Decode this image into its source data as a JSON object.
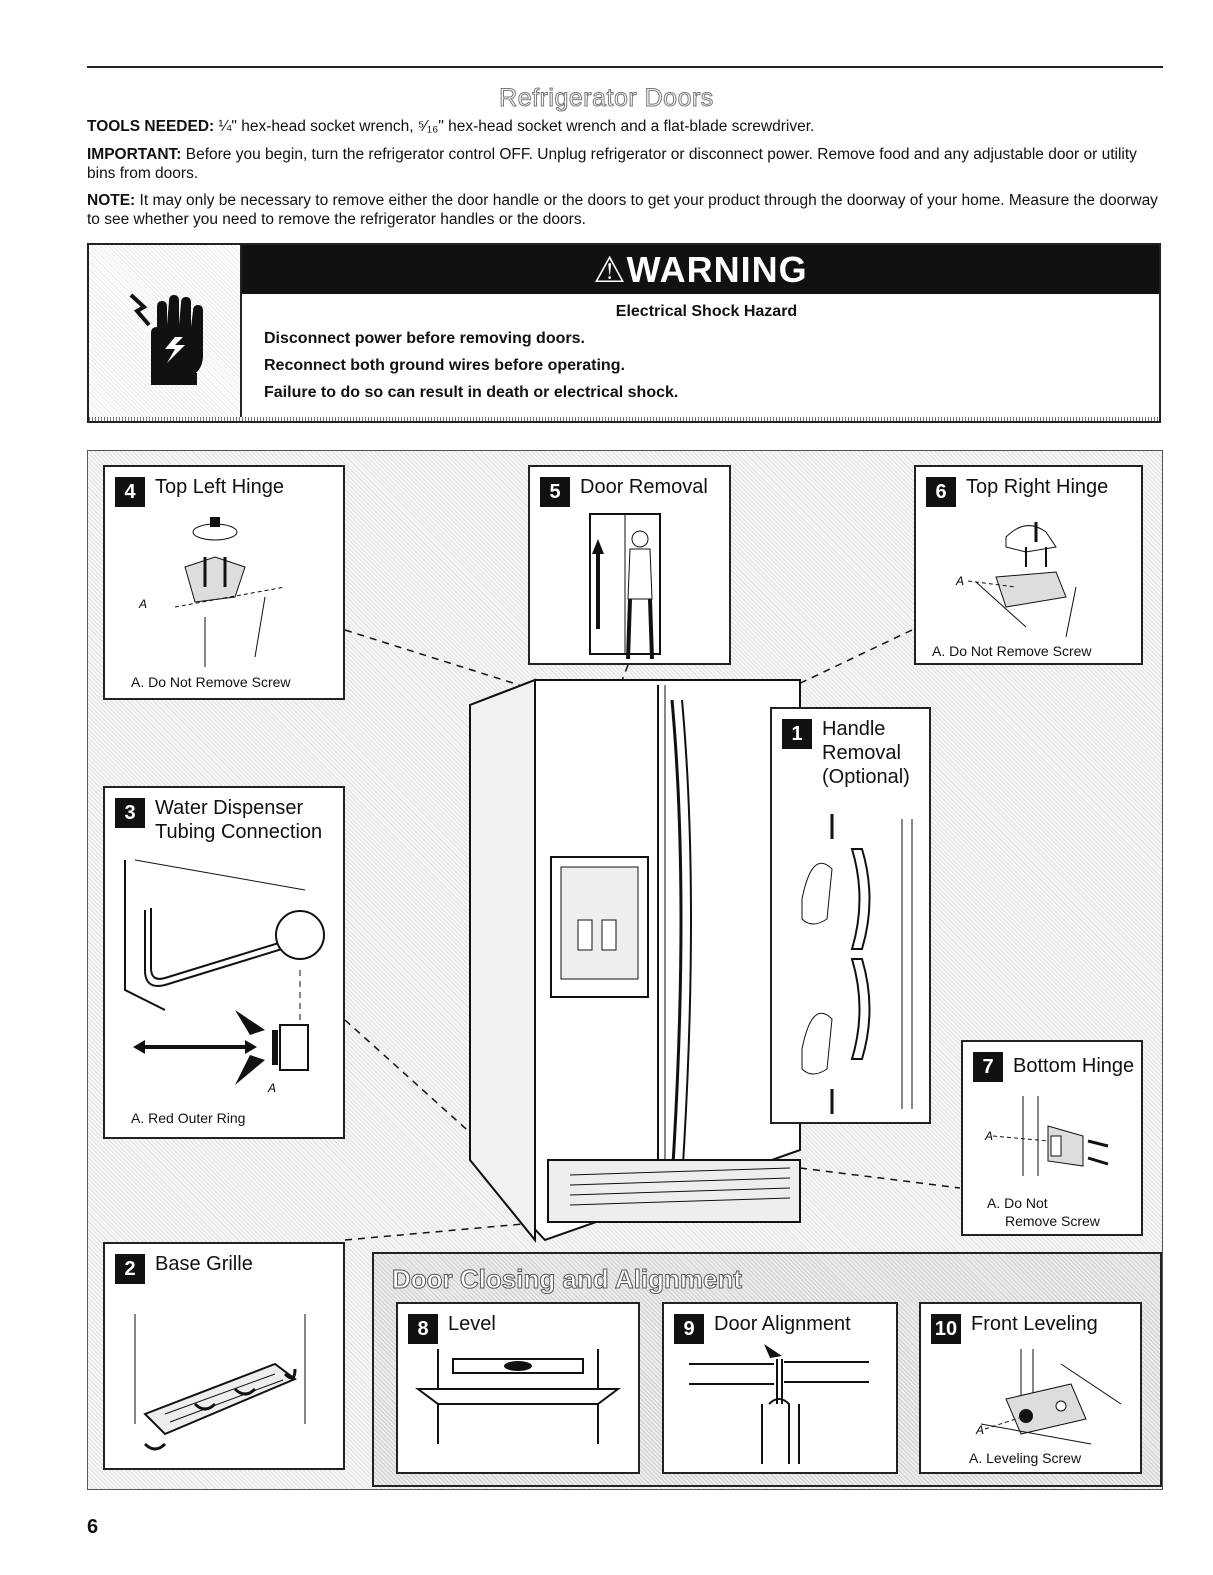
{
  "header": {
    "section_title": "Refrigerator Doors"
  },
  "intro": {
    "tools_label": "TOOLS NEEDED:",
    "tools_text": "¼\" hex-head socket wrench, ⁵⁄₁₆\" hex-head socket wrench and a flat-blade screwdriver.",
    "important_label": "IMPORTANT:",
    "important_text": "Before you begin, turn the refrigerator control OFF. Unplug refrigerator or disconnect power. Remove food and any adjustable door or utility bins from doors.",
    "note_label": "NOTE:",
    "note_text": "It may only be necessary to remove either the door handle or the doors to get your product through the doorway of your home. Measure the doorway to see whether you need to remove the refrigerator handles or the doors."
  },
  "warning": {
    "heading": "⚠WARNING",
    "hazard": "Electrical Shock Hazard",
    "lines": [
      "Disconnect power before removing doors.",
      "Reconnect both ground wires before operating.",
      "Failure to do so can result in death or electrical shock."
    ],
    "icon": "electrical-shock-hand-icon"
  },
  "steps": [
    {
      "num": "4",
      "title": "Top Left Hinge",
      "caption": "A. Do Not Remove Screw",
      "callout": "A"
    },
    {
      "num": "5",
      "title": "Door Removal"
    },
    {
      "num": "6",
      "title": "Top Right Hinge",
      "caption": "A. Do Not Remove Screw",
      "callout": "A"
    },
    {
      "num": "1",
      "title_lines": [
        "Handle",
        "Removal",
        "(Optional)"
      ]
    },
    {
      "num": "3",
      "title_lines": [
        "Water Dispenser",
        "Tubing Connection"
      ],
      "caption": "A. Red Outer Ring",
      "callout": "A"
    },
    {
      "num": "7",
      "title": "Bottom Hinge",
      "caption_lines": [
        "A. Do Not",
        "Remove Screw"
      ],
      "callout": "A"
    },
    {
      "num": "2",
      "title": "Base Grille"
    }
  ],
  "alignment": {
    "title": "Door Closing and Alignment",
    "steps": [
      {
        "num": "8",
        "title": "Level"
      },
      {
        "num": "9",
        "title": "Door Alignment"
      },
      {
        "num": "10",
        "title": "Front Leveling",
        "caption": "A. Leveling Screw",
        "callout": "A"
      }
    ]
  },
  "footer": {
    "page_number": "6"
  }
}
